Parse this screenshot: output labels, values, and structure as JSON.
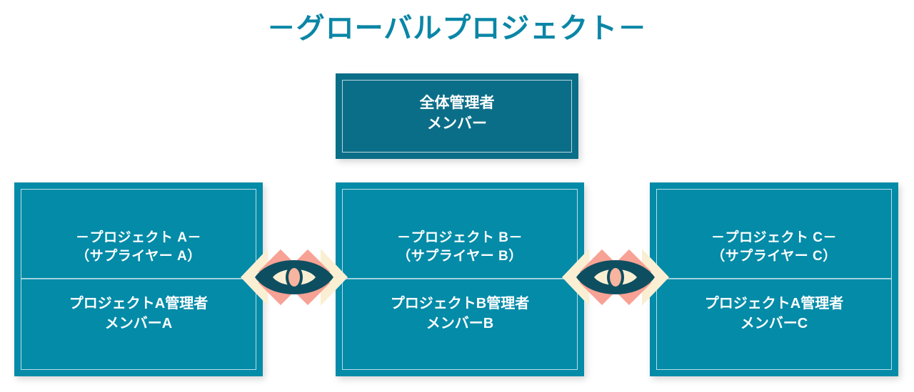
{
  "page": {
    "title": "－グローバルプロジェクト－",
    "background_color": "#ffffff"
  },
  "colors": {
    "title_teal": "#0a86a6",
    "box_teal": "#038ba8",
    "global_box_teal": "#0b6e88",
    "eye_dark_teal": "#0d4f61",
    "eye_mid_teal": "#0f7f98",
    "arrow_cream": "#faefd2",
    "diamond_salmon": "#f79e90",
    "frame_white": "#ffffff"
  },
  "global_node": {
    "name": "全体管理者",
    "role": "メンバー",
    "text": "全体管理者\nメンバー"
  },
  "projects": [
    {
      "id": "a",
      "heading": "－プロジェクト A－\n（サプライヤー A）",
      "project_label": "－プロジェクト A－",
      "supplier_label": "（サプライヤー A）",
      "body": "プロジェクトA管理者\nメンバーA",
      "manager_label": "プロジェクトA管理者",
      "member_label": "メンバーA"
    },
    {
      "id": "b",
      "heading": "－プロジェクト B－\n（サプライヤー B）",
      "project_label": "－プロジェクト B－",
      "supplier_label": "（サプライヤー B）",
      "body": "プロジェクトB管理者\nメンバーB",
      "manager_label": "プロジェクトB管理者",
      "member_label": "メンバーB"
    },
    {
      "id": "c",
      "heading": "－プロジェクト C－\n（サプライヤー C）",
      "project_label": "－プロジェクト C－",
      "supplier_label": "（サプライヤー C）",
      "body": "プロジェクトA管理者\nメンバーC",
      "manager_label": "プロジェクトA管理者",
      "member_label": "メンバーC"
    }
  ],
  "connectors": [
    {
      "id": "ab",
      "from": "a",
      "to": "b",
      "icon": "eye-icon",
      "direction": "bidirectional"
    },
    {
      "id": "bc",
      "from": "b",
      "to": "c",
      "icon": "eye-icon",
      "direction": "bidirectional"
    }
  ]
}
